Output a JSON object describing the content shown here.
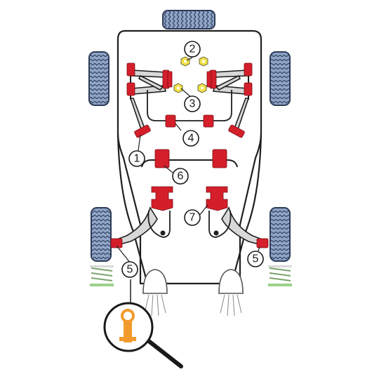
{
  "colors": {
    "bush_red": "#d41f2b",
    "bush_dark": "#7a0c13",
    "tyre_fill": "#8fa5c8",
    "tyre_dark": "#2d3b55",
    "washer_yellow": "#f3e24a",
    "spring_green": "#9ad08a",
    "magnifier_orange": "#f29a2e",
    "line": "#1f1f1f"
  },
  "icons": [
    "wheel-icon",
    "bushing-icon",
    "spring-icon",
    "magnifier-icon",
    "headlight-icon"
  ],
  "callouts": [
    {
      "id": "callout-1",
      "label": "1"
    },
    {
      "id": "callout-2",
      "label": "2"
    },
    {
      "id": "callout-3",
      "label": "3"
    },
    {
      "id": "callout-4",
      "label": "4"
    },
    {
      "id": "callout-5-left",
      "label": "5"
    },
    {
      "id": "callout-5-right",
      "label": "5"
    },
    {
      "id": "callout-6",
      "label": "6"
    },
    {
      "id": "callout-7",
      "label": "7"
    }
  ]
}
